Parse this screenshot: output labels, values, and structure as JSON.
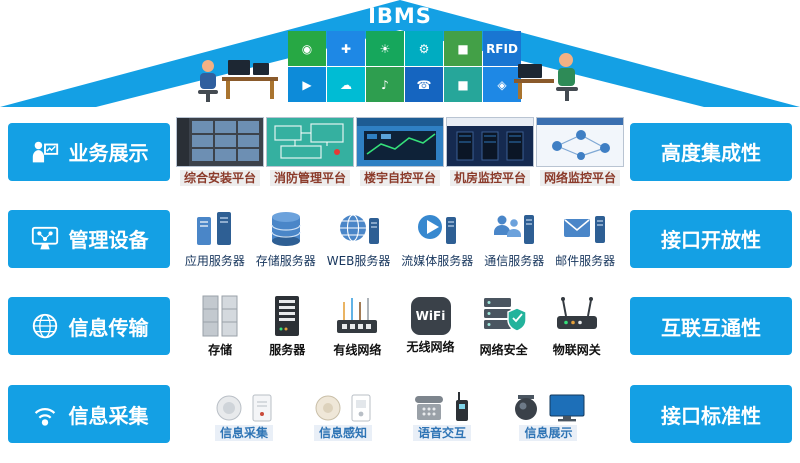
{
  "roof": {
    "title": "IBMS",
    "tiles": [
      {
        "color": "#27a844",
        "glyph": "◉"
      },
      {
        "color": "#1e88e5",
        "glyph": "✚"
      },
      {
        "color": "#16a75c",
        "glyph": "☀"
      },
      {
        "color": "#00acc1",
        "glyph": "⚙"
      },
      {
        "color": "#43a047",
        "glyph": "■"
      },
      {
        "color": "#1976d2",
        "glyph": "RFID"
      },
      {
        "color": "#0d8bd9",
        "glyph": "▶"
      },
      {
        "color": "#00bcd4",
        "glyph": "☁"
      },
      {
        "color": "#2e9e4f",
        "glyph": "♪"
      },
      {
        "color": "#1565c0",
        "glyph": "☎"
      },
      {
        "color": "#26a69a",
        "glyph": "■"
      },
      {
        "color": "#1e88e5",
        "glyph": "◈"
      }
    ]
  },
  "rows": [
    {
      "left": {
        "label": "业务展示",
        "icon": "presenter-chart-icon"
      },
      "right": {
        "label": "高度集成性"
      },
      "items": [
        {
          "label": "综合安装平台",
          "icon": "security-platform-screenshot"
        },
        {
          "label": "消防管理平台",
          "icon": "fire-platform-screenshot"
        },
        {
          "label": "楼宇自控平台",
          "icon": "building-automation-screenshot"
        },
        {
          "label": "机房监控平台",
          "icon": "server-room-screenshot"
        },
        {
          "label": "网络监控平台",
          "icon": "network-monitor-screenshot"
        }
      ]
    },
    {
      "left": {
        "label": "管理设备",
        "icon": "monitor-network-icon"
      },
      "right": {
        "label": "接口开放性"
      },
      "items": [
        {
          "label": "应用服务器",
          "icon": "app-server-icon"
        },
        {
          "label": "存储服务器",
          "icon": "storage-server-icon"
        },
        {
          "label": "WEB服务器",
          "icon": "web-server-icon"
        },
        {
          "label": "流媒体服务器",
          "icon": "streaming-server-icon"
        },
        {
          "label": "通信服务器",
          "icon": "communication-server-icon"
        },
        {
          "label": "邮件服务器",
          "icon": "mail-server-icon"
        }
      ]
    },
    {
      "left": {
        "label": "信息传输",
        "icon": "globe-icon"
      },
      "right": {
        "label": "互联互通性"
      },
      "items": [
        {
          "label": "存储",
          "icon": "storage-cabinet-icon"
        },
        {
          "label": "服务器",
          "icon": "server-rack-icon"
        },
        {
          "label": "有线网络",
          "icon": "wired-network-icon"
        },
        {
          "label": "无线网络",
          "icon": "wifi-icon",
          "icon_text": "WiFi"
        },
        {
          "label": "网络安全",
          "icon": "network-security-icon"
        },
        {
          "label": "物联网关",
          "icon": "iot-gateway-icon"
        }
      ]
    },
    {
      "left": {
        "label": "信息采集",
        "icon": "sensor-signal-icon"
      },
      "right": {
        "label": "接口标准性"
      },
      "items": [
        {
          "label": "信息采集",
          "icons": [
            "smoke-detector-icon",
            "wall-sensor-icon"
          ]
        },
        {
          "label": "信息感知",
          "icons": [
            "ceiling-sensor-icon",
            "wall-panel-icon"
          ]
        },
        {
          "label": "语音交互",
          "icons": [
            "telephone-icon",
            "walkie-talkie-icon"
          ]
        },
        {
          "label": "信息展示",
          "icons": [
            "dome-camera-icon",
            "display-monitor-icon"
          ]
        }
      ]
    }
  ]
}
